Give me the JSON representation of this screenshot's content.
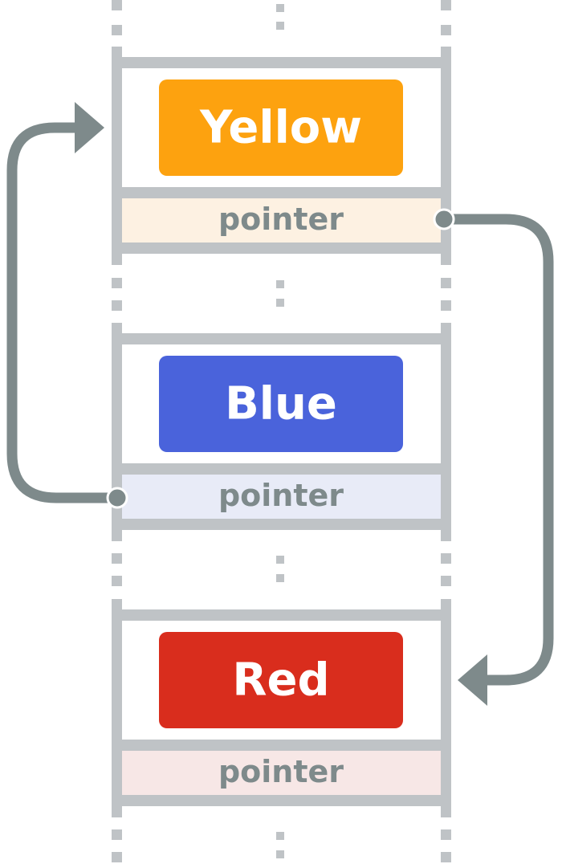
{
  "nodes": [
    {
      "label": "Yellow",
      "pointer_label": "pointer",
      "color": "#fda20f",
      "pointer_bg": "#fdf1e2"
    },
    {
      "label": "Blue",
      "pointer_label": "pointer",
      "color": "#4a63db",
      "pointer_bg": "#e8ebf7"
    },
    {
      "label": "Red",
      "pointer_label": "pointer",
      "color": "#d92d1d",
      "pointer_bg": "#f7e7e6"
    }
  ],
  "links": [
    {
      "from": "Yellow",
      "to": "Red"
    },
    {
      "from": "Blue",
      "to": "Yellow"
    }
  ],
  "colors": {
    "frame": "#bfc3c6",
    "arrow": "#7e8a8b"
  }
}
